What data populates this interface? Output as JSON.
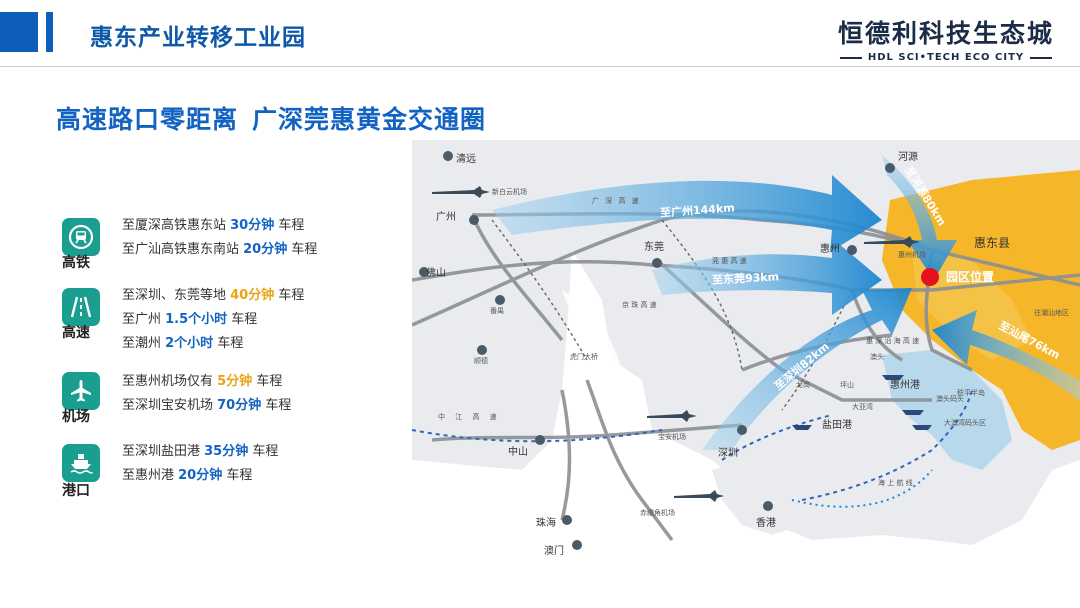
{
  "header": {
    "title": "惠东产业转移工业园",
    "brand_cn": "恒德利科技生态城",
    "brand_en": "HDL SCI•TECH ECO CITY"
  },
  "headline": {
    "part1": "高速路口零距离",
    "part2": "广深莞惠黄金交通圈"
  },
  "transport": {
    "rail": {
      "category": "高铁",
      "icon": "train-icon",
      "lines": [
        {
          "pre": "至厦深高铁惠东站 ",
          "time": "30分钟",
          "post": " 车程"
        },
        {
          "pre": "至广汕高铁惠东南站 ",
          "time": "20分钟",
          "post": " 车程"
        }
      ]
    },
    "highway": {
      "category": "高速",
      "icon": "road-icon",
      "lines": [
        {
          "pre": "至深圳、东莞等地 ",
          "time": "40分钟",
          "post": " 车程"
        },
        {
          "pre": "至广州 ",
          "time": "1.5个小时",
          "post": " 车程"
        },
        {
          "pre": "至潮州 ",
          "time": "2个小时",
          "post": " 车程"
        }
      ]
    },
    "airport": {
      "category": "机场",
      "icon": "airplane-icon",
      "lines": [
        {
          "pre": "至惠州机场仅有 ",
          "time": "5分钟",
          "post": " 车程"
        },
        {
          "pre": "至深圳宝安机场 ",
          "time": "70分钟",
          "post": " 车程"
        }
      ]
    },
    "port": {
      "category": "港口",
      "icon": "ship-icon",
      "lines": [
        {
          "pre": "至深圳盐田港 ",
          "time": "35分钟",
          "post": " 车程"
        },
        {
          "pre": "至惠州港 ",
          "time": "20分钟",
          "post": " 车程"
        }
      ]
    }
  },
  "map": {
    "cities": {
      "qingyuan": "清远",
      "guangzhou": "广州",
      "baiyun_airport": "新白云机场",
      "foshan": "佛山",
      "panyu": "番禺",
      "shunde": "顺德",
      "dongguan": "东莞",
      "huizhou": "惠州",
      "heyuan": "河源",
      "huizhou_airport": "惠州机场",
      "huidong_county": "惠东县",
      "park": "园区位置",
      "to_chaoshan": "往潮汕地区",
      "daya_bay": "澳头",
      "huizhou_port": "惠州港",
      "daomen": "虎门大桥",
      "zhongshan": "中山",
      "zhuhai": "珠海",
      "macau": "澳门",
      "bao_an_airport": "宝安机场",
      "shenzhen": "深圳",
      "yantian_port": "盐田港",
      "hongkong": "香港",
      "chek_lap_kok": "赤鱲角机场",
      "jiaoping": "稔平半岛",
      "longgang": "龙岗",
      "pingshan": "坪山",
      "xiaomeisha": "大亚湾",
      "aotou_ferry": "澳头码头",
      "dajia_ferry": "大澳湾码头区"
    },
    "arrows": {
      "guangzhou": "至广州144km",
      "dongguan": "至东莞93km",
      "shenzhen": "至深圳82km",
      "heyuan": "至河源80km",
      "shanwei": "至汕尾76km"
    },
    "roads": {
      "guangshen": "广 深 高 速",
      "guanhui": "莞 惠 高 速",
      "huishen": "惠 深 沿 海 高 速",
      "zhongjiang": "中 江 高 速",
      "jingzhu": "京 珠 高 速",
      "ship_route": "海 上 航 线"
    }
  },
  "colors": {
    "primary_blue": "#0d58a8",
    "accent_teal": "#1a9e8f",
    "highlight_orange": "#e8a415",
    "park_red": "#e3121b"
  }
}
